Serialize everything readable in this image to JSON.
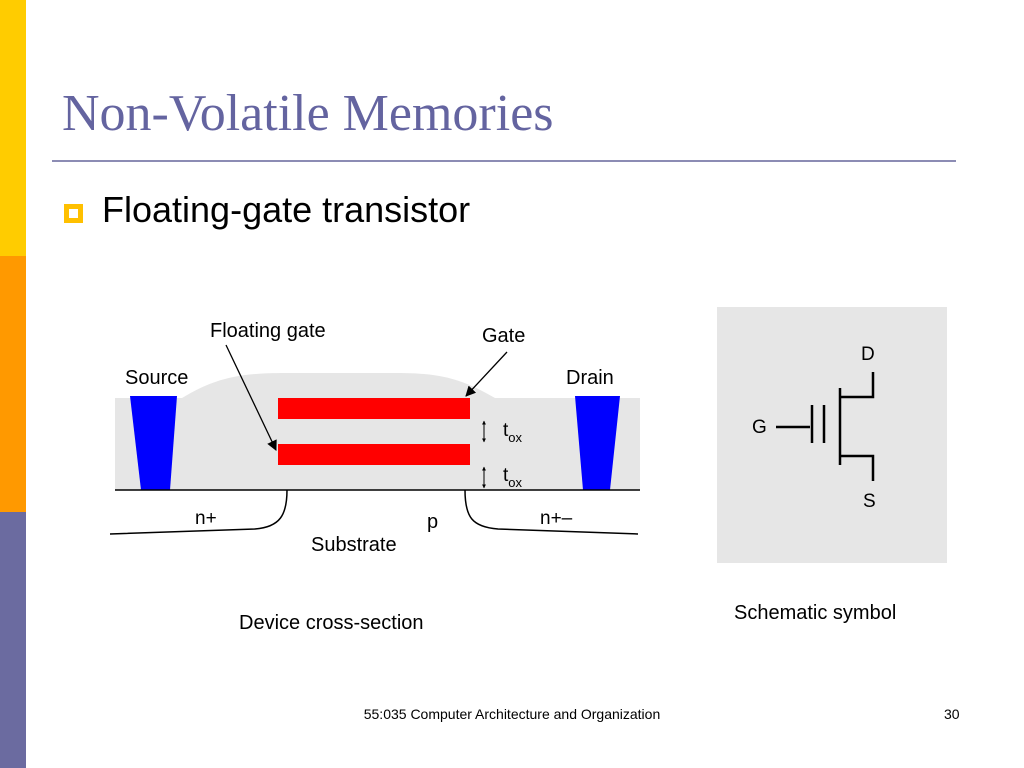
{
  "slide": {
    "title": "Non-Volatile Memories",
    "bullet": "Floating-gate transistor"
  },
  "cross_section": {
    "floating_gate_label": "Floating gate",
    "gate_label": "Gate",
    "source_label": "Source",
    "drain_label": "Drain",
    "tox_main": "t",
    "tox_sub": "ox",
    "n_plus_left": "n+",
    "n_plus_right": "n+–",
    "p_label": "p",
    "substrate_label": "Substrate",
    "caption": "Device cross-section"
  },
  "schematic": {
    "d_label": "D",
    "g_label": "G",
    "s_label": "S",
    "caption": "Schematic symbol"
  },
  "footer": {
    "course": "55:035 Computer Architecture and Organization",
    "page_number": "30"
  },
  "colors": {
    "title": "#6464A0",
    "gate_red": "#FF0000",
    "contact_blue": "#0000FF",
    "oxide_gray": "#E6E6E6",
    "bullet_gold": "#FFC000"
  }
}
